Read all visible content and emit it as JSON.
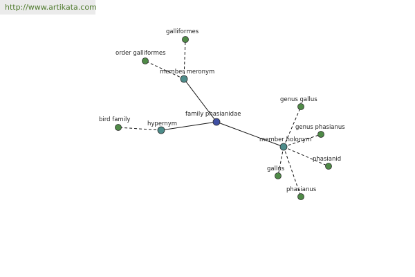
{
  "watermark": {
    "url": "http://www.artikata.com"
  },
  "colors": {
    "root": "#3f4fa3",
    "relation": "#4d8c8a",
    "leaf": "#4f8a47",
    "stroke": "#2b2b2b",
    "edge": "#111111"
  },
  "graph": {
    "nodes": [
      {
        "id": "family_phasianidae",
        "label": "family phasianidae",
        "kind": "root"
      },
      {
        "id": "member_meronym",
        "label": "member meronym",
        "kind": "relation"
      },
      {
        "id": "hypernym",
        "label": "hypernym",
        "kind": "relation"
      },
      {
        "id": "member_holonym",
        "label": "member holonym",
        "kind": "relation"
      },
      {
        "id": "galliformes",
        "label": "galliformes",
        "kind": "leaf"
      },
      {
        "id": "order_galliformes",
        "label": "order galliformes",
        "kind": "leaf"
      },
      {
        "id": "bird_family",
        "label": "bird family",
        "kind": "leaf"
      },
      {
        "id": "genus_gallus",
        "label": "genus gallus",
        "kind": "leaf"
      },
      {
        "id": "genus_phasianus",
        "label": "genus phasianus",
        "kind": "leaf"
      },
      {
        "id": "phasianid",
        "label": "phasianid",
        "kind": "leaf"
      },
      {
        "id": "gallus",
        "label": "gallus",
        "kind": "leaf"
      },
      {
        "id": "phasianus",
        "label": "phasianus",
        "kind": "leaf"
      }
    ],
    "edges": [
      {
        "from": "family_phasianidae",
        "to": "member_meronym",
        "style": "solid"
      },
      {
        "from": "family_phasianidae",
        "to": "hypernym",
        "style": "solid"
      },
      {
        "from": "family_phasianidae",
        "to": "member_holonym",
        "style": "solid"
      },
      {
        "from": "member_meronym",
        "to": "galliformes",
        "style": "dashed"
      },
      {
        "from": "member_meronym",
        "to": "order_galliformes",
        "style": "dashed"
      },
      {
        "from": "hypernym",
        "to": "bird_family",
        "style": "dashed"
      },
      {
        "from": "member_holonym",
        "to": "genus_gallus",
        "style": "dashed"
      },
      {
        "from": "member_holonym",
        "to": "genus_phasianus",
        "style": "dashed"
      },
      {
        "from": "member_holonym",
        "to": "phasianid",
        "style": "dashed"
      },
      {
        "from": "member_holonym",
        "to": "gallus",
        "style": "dashed"
      },
      {
        "from": "member_holonym",
        "to": "phasianus",
        "style": "dashed"
      }
    ]
  }
}
